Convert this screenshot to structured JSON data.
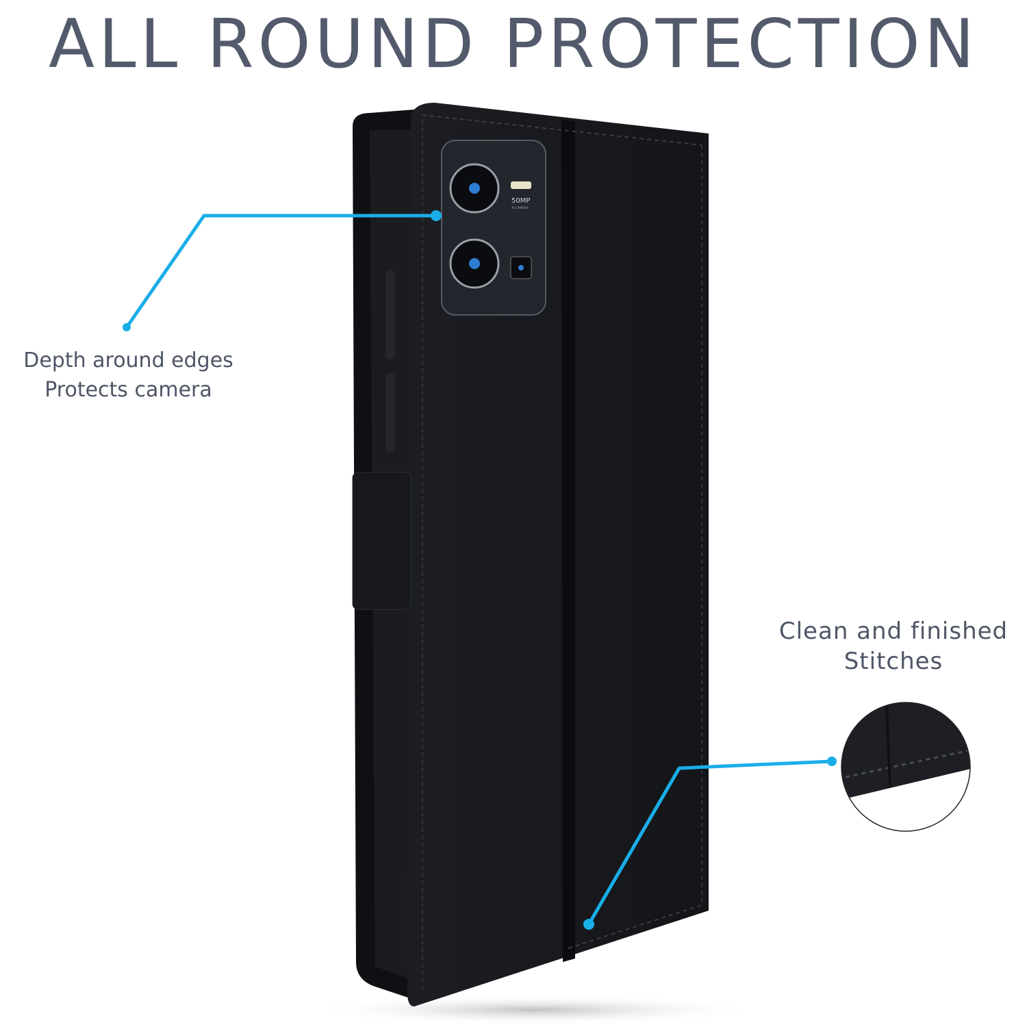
{
  "title": "ALL ROUND PROTECTION",
  "callouts": [
    {
      "line1": "Depth around edges",
      "line2": "Protects camera"
    },
    {
      "line1": "Clean and finished",
      "line2": "Stitches"
    }
  ],
  "camera_label": {
    "main": "50MP",
    "sub": "AI CAMERA"
  },
  "colors": {
    "accent": "#1aaee8",
    "text": "#535a6b",
    "case": "#15171b"
  }
}
